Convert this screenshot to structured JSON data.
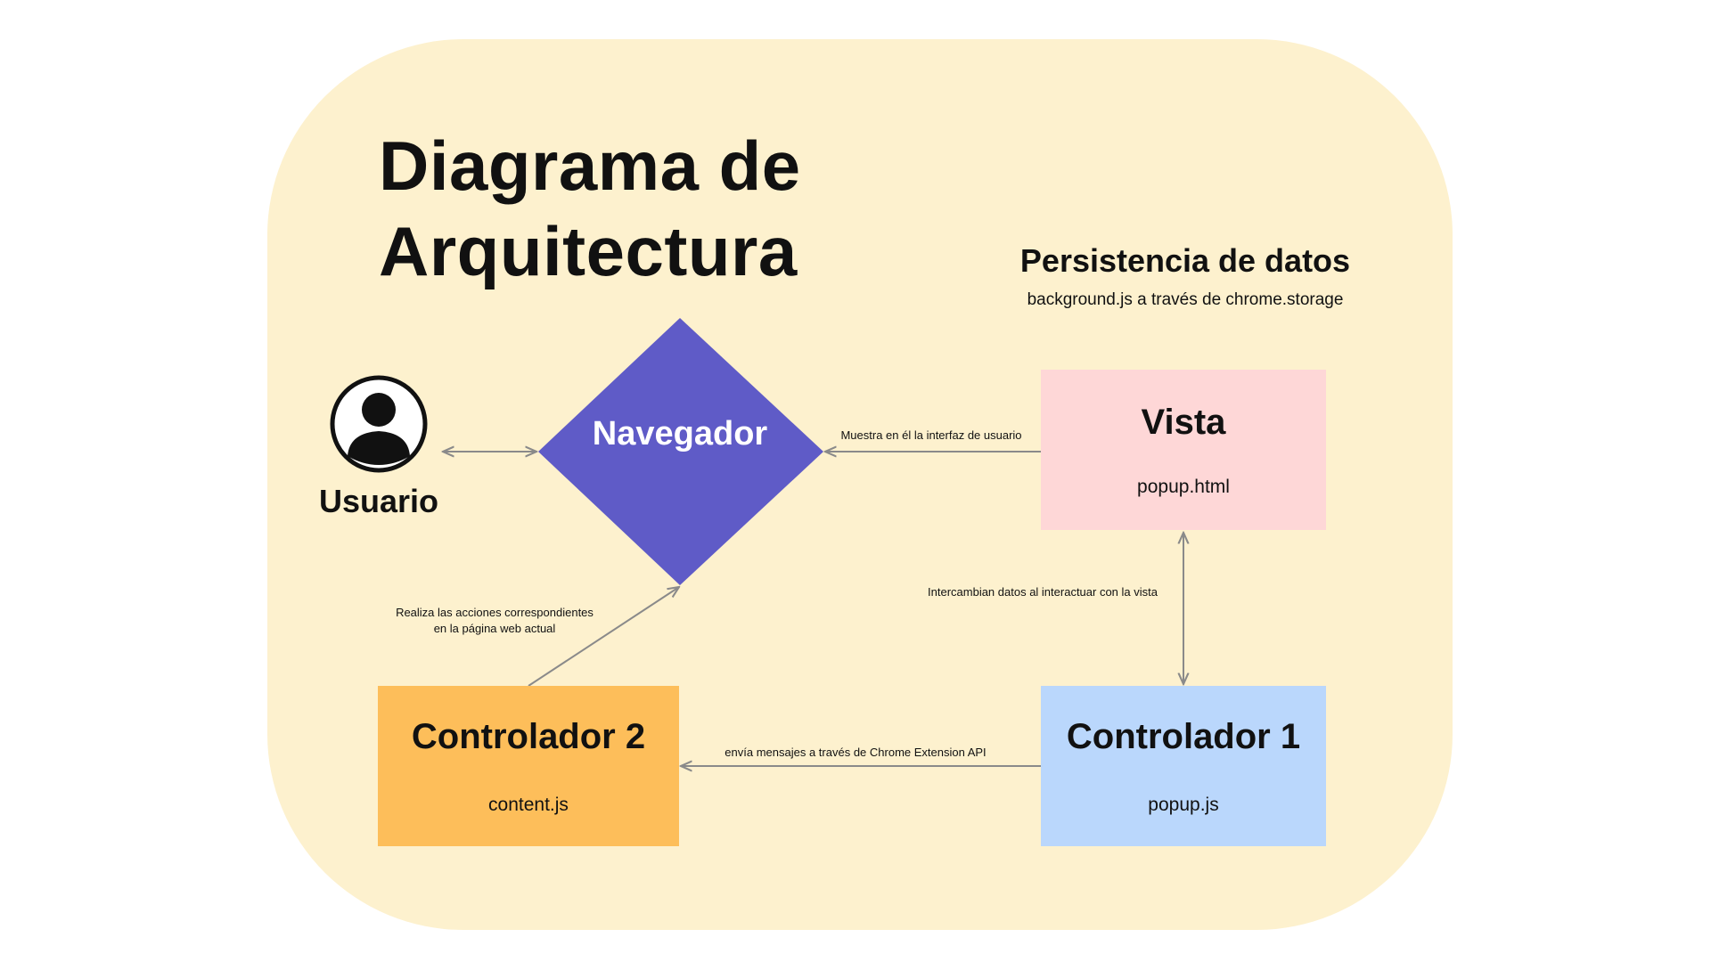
{
  "title": {
    "line1": "Diagrama de",
    "line2": "Arquitectura"
  },
  "persistence": {
    "title": "Persistencia de datos",
    "subtitle": "background.js a través de chrome.storage"
  },
  "nodes": {
    "user": {
      "label": "Usuario",
      "icon": "user-avatar-icon"
    },
    "browser": {
      "label": "Navegador"
    },
    "vista": {
      "title": "Vista",
      "file": "popup.html"
    },
    "controller1": {
      "title": "Controlador 1",
      "file": "popup.js"
    },
    "controller2": {
      "title": "Controlador 2",
      "file": "content.js"
    }
  },
  "edges": {
    "vista_to_browser": "Muestra en él la interfaz de usuario",
    "vista_controller1": "Intercambian datos al interactuar con la vista",
    "controller1_to_controller2": "envía mensajes a través de Chrome Extension API",
    "controller2_to_browser_line1": "Realiza las acciones correspondientes",
    "controller2_to_browser_line2": "en la página web actual"
  },
  "colors": {
    "panel": "#fdf1ce",
    "browser": "#5f5bc7",
    "vista": "#fed7d7",
    "controller1": "#bad7fc",
    "controller2": "#fdbe5a",
    "arrow": "#8a8a8a"
  }
}
